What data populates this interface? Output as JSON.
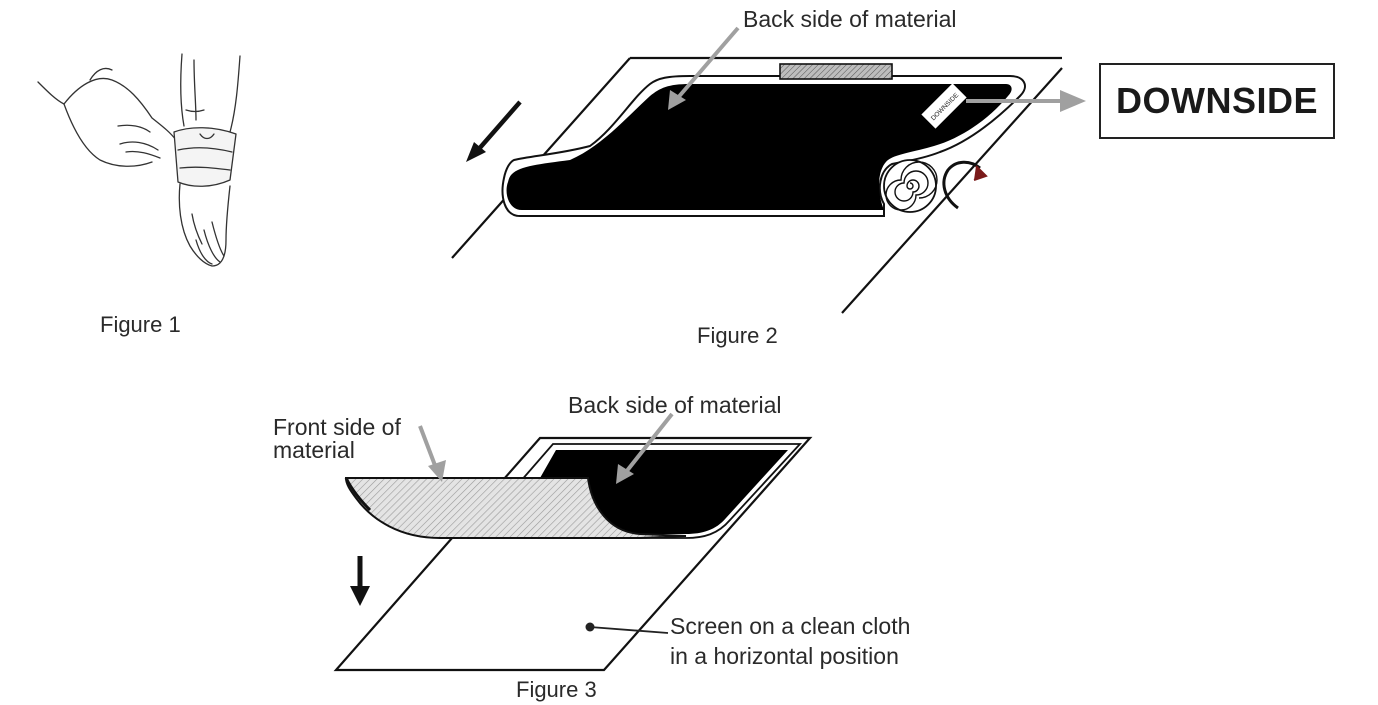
{
  "figure1": {
    "caption": "Figure 1"
  },
  "figure2": {
    "caption": "Figure 2",
    "back_side_label": "Back side of material",
    "tag_text": "DOWNSIDE",
    "callout_text": "DOWNSIDE"
  },
  "figure3": {
    "caption": "Figure 3",
    "front_side_label_line1": "Front side of",
    "front_side_label_line2": "material",
    "back_side_label": "Back side of material",
    "screen_label_line1": "Screen on a clean cloth",
    "screen_label_line2": "in a horizontal position"
  },
  "colors": {
    "material_back": "#000000",
    "pointer_arrow": "#a0a0a0",
    "rotate_arrow": "#7a1a1a"
  }
}
